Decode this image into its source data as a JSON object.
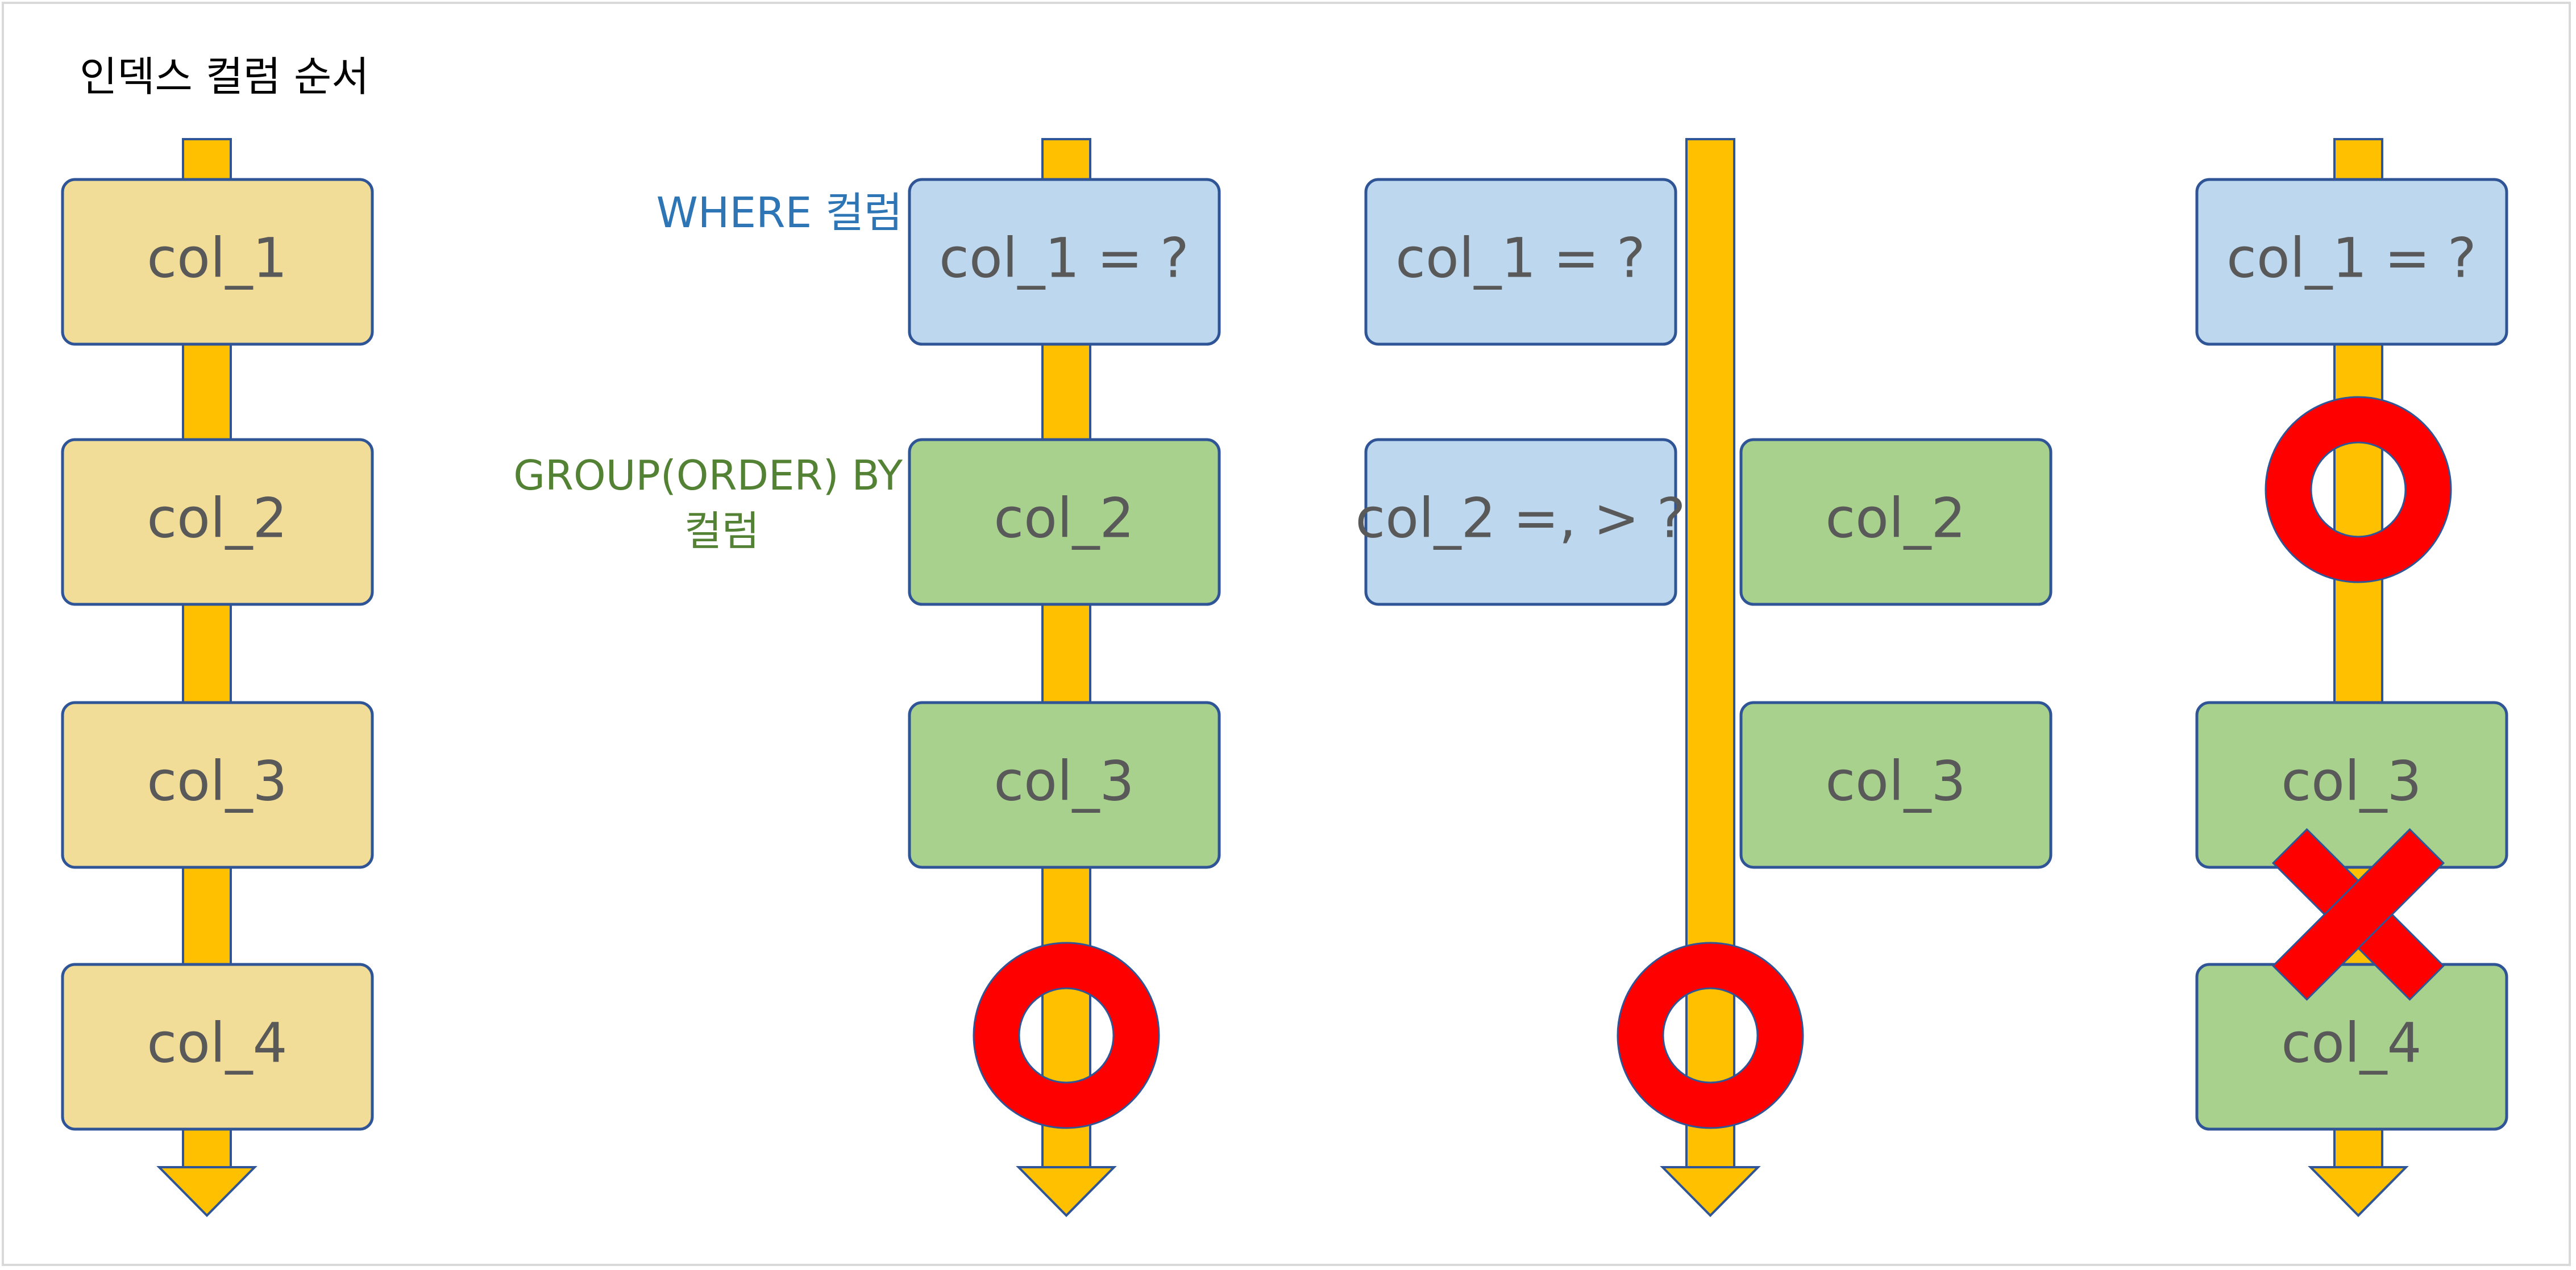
{
  "title": "인덱스 컬럼 순서",
  "labels": {
    "where": "WHERE 컬럼",
    "group_line1": "GROUP(ORDER) BY",
    "group_line2": "컬럼"
  },
  "boxes": {
    "c1_col1": "col_1",
    "c1_col2": "col_2",
    "c1_col3": "col_3",
    "c1_col4": "col_4",
    "c2_col1": "col_1 = ?",
    "c2_col2": "col_2",
    "c2_col3": "col_3",
    "c3_col1": "col_1 = ?",
    "c3_col2": "col_2 =, > ?",
    "c3_col2_right": "col_2",
    "c3_col3_right": "col_3",
    "c4_col1": "col_1 = ?",
    "c4_col3": "col_3",
    "c4_col4": "col_4"
  },
  "marks": {
    "c2_result": "circle",
    "c3_result": "circle",
    "c4_upper": "circle",
    "c4_lower": "cross"
  },
  "colors": {
    "arrow": "#ffc000",
    "index_box": "#f1dd97",
    "where_box": "#bdd7ee",
    "group_box": "#a9d18e",
    "box_border": "#2f5597",
    "mark": "#ff0000"
  }
}
